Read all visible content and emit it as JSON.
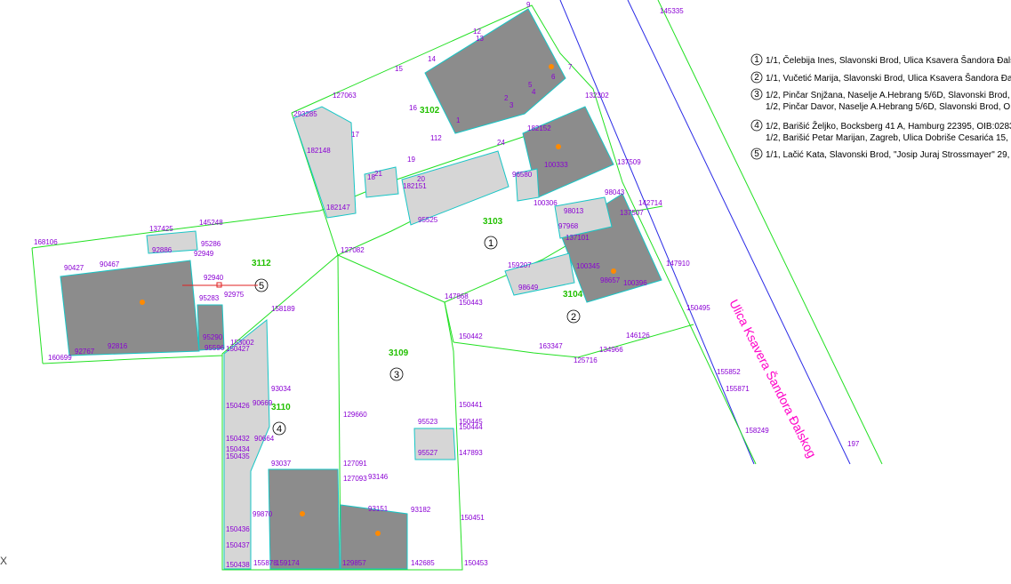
{
  "street_name": "Ulica Ksavera Šandora Đalskog",
  "corner_mark": "X",
  "colors": {
    "boundary": "#21e021",
    "building_dark": "#8c8c8c",
    "building_light": "#d6d6d6",
    "building_outline": "#17c6c6",
    "road": "#2a2ae6",
    "number": "#8a00d4",
    "parcel_label": "#22c000",
    "street_label": "#ff00c8"
  },
  "parcels": [
    "3102",
    "3103",
    "3104",
    "3109",
    "3110",
    "3112"
  ],
  "owner_markers": [
    "1",
    "2",
    "3",
    "4",
    "5"
  ],
  "legend": [
    {
      "mark": "1",
      "lines": [
        "1/1, Čelebija Ines, Slavonski Brod, Ulica Ksavera Šandora Đals"
      ]
    },
    {
      "mark": "2",
      "lines": [
        "1/1, Vučetić Marija, Slavonski Brod, Ulica Ksavera Šandora Đal"
      ]
    },
    {
      "mark": "3",
      "lines": [
        "1/2, Pinčar Snjžana, Naselje A.Hebrang 5/6D, Slavonski Brod,",
        "1/2, Pinčar Davor, Naselje A.Hebrang 5/6D, Slavonski Brod, OI"
      ]
    },
    {
      "mark": "4",
      "lines": [
        "1/2, Barišić Željko, Bocksberg 41 A, Hamburg 22395, OIB:0283",
        "1/2, Barišić Petar Marijan, Zagreb, Ulica Dobriše Cesarića 15, C"
      ]
    },
    {
      "mark": "5",
      "lines": [
        "1/1, Lačić Kata, Slavonski Brod, \"Josip Juraj Strossmayer\" 29, C"
      ]
    }
  ],
  "point_numbers": [
    "9",
    "145335",
    "12",
    "13",
    "14",
    "15",
    "16",
    "17",
    "18",
    "19",
    "20",
    "21",
    "24",
    "1",
    "2",
    "3",
    "4",
    "5",
    "6",
    "7",
    "127063",
    "293285",
    "182148",
    "182147",
    "182151",
    "95525",
    "132302",
    "182152",
    "100333",
    "137509",
    "96580",
    "100306",
    "98043",
    "98013",
    "137507",
    "142714",
    "97968",
    "137101",
    "100345",
    "159207",
    "98649",
    "98657",
    "100396",
    "147910",
    "147868",
    "150443",
    "150495",
    "150442",
    "163347",
    "134966",
    "125716",
    "146126",
    "155852",
    "155871",
    "158249",
    "197",
    "137425",
    "145248",
    "168106",
    "92886",
    "95286",
    "92949",
    "90427",
    "90467",
    "95283",
    "92975",
    "158189",
    "92767",
    "92816",
    "160699",
    "95290",
    "95596",
    "153002",
    "150427",
    "93034",
    "150426",
    "90669",
    "90664",
    "150432",
    "150434",
    "150435",
    "127082",
    "129660",
    "95523",
    "150445",
    "150444",
    "150441",
    "95527",
    "147893",
    "93037",
    "127091",
    "127093",
    "93146",
    "93151",
    "93182",
    "150451",
    "150436",
    "150437",
    "150438",
    "155878",
    "159174",
    "129857",
    "142685",
    "150453",
    "99870",
    "92940",
    "112"
  ]
}
